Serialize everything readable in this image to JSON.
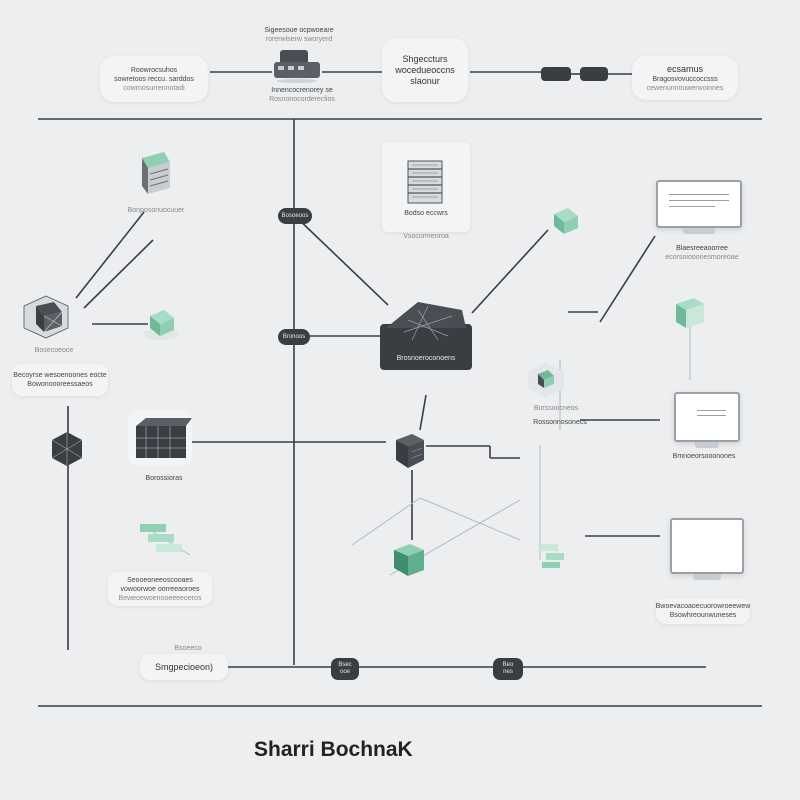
{
  "title": "Sharri BochnaK",
  "colors": {
    "wire": "#3a3d42",
    "accent": "#5fae8c",
    "dark_node": "#3a3d42",
    "background": "#eceef0"
  },
  "top_left_card": {
    "line1": "Roowrocsuhos",
    "line2": "sowretoos reccu. sarddos",
    "line3": "cowrnosurrennotadi"
  },
  "top_server": {
    "above": "Sigeesoue ocpwoeare",
    "above2": "rorerwiserw sworyerd",
    "below": "Innencocrenorey se",
    "below2": "Rosnonocordereclios"
  },
  "top_center_card": {
    "line1": "Shgeccturs",
    "line2": "wocedueoccns",
    "line3": "slaonur"
  },
  "top_right_card": {
    "line1": "ecsamus",
    "line2": "Bragosvovuccoccsss",
    "line3": "cewenunnouwerwoinnes"
  },
  "left_cube_top_label": "Bonposonuocuuer",
  "server_center_label": "Bodso eccwrs",
  "server_center_label2": "Vsocurmenroa",
  "pill_upper": "Bosoeoos",
  "pill_mid": "Bronoos",
  "hub_label": "Brosnoeroconoens",
  "left_card": {
    "line1": "Becoyrse wesoenoones eocte",
    "line2": "Bowonoooreessaeos"
  },
  "left_mini_label": "Bosecoeoce",
  "monitor_top_labels": {
    "line1": "Blaesreeaoorree",
    "line2": "ecorsoiooonesmoreoae"
  },
  "cube_mid_label": "Borossioras",
  "hex_right_label": "Borssoocneos",
  "hex_right_label2": "Rossonnosonecs",
  "monitor_mid_label": "Bmnoeorsooonones",
  "bottom_left_card": {
    "line1": "Seooeoneeoscooaes",
    "line2": "vowoorwoe oorreeaoroes",
    "line3": "Beweoewoenooeeeeoeros"
  },
  "bottom_right_labels": {
    "line1": "Bwoevacoaoecuorowroeewew",
    "line2": "Bsowhreounwuneses"
  },
  "bottom_bar_label": "Smgpecioeon)",
  "bottom_bar_faint": "Bsoeeco",
  "bottom_pills": {
    "left": "Bsec\nooe",
    "right": "Beo\nnes"
  }
}
